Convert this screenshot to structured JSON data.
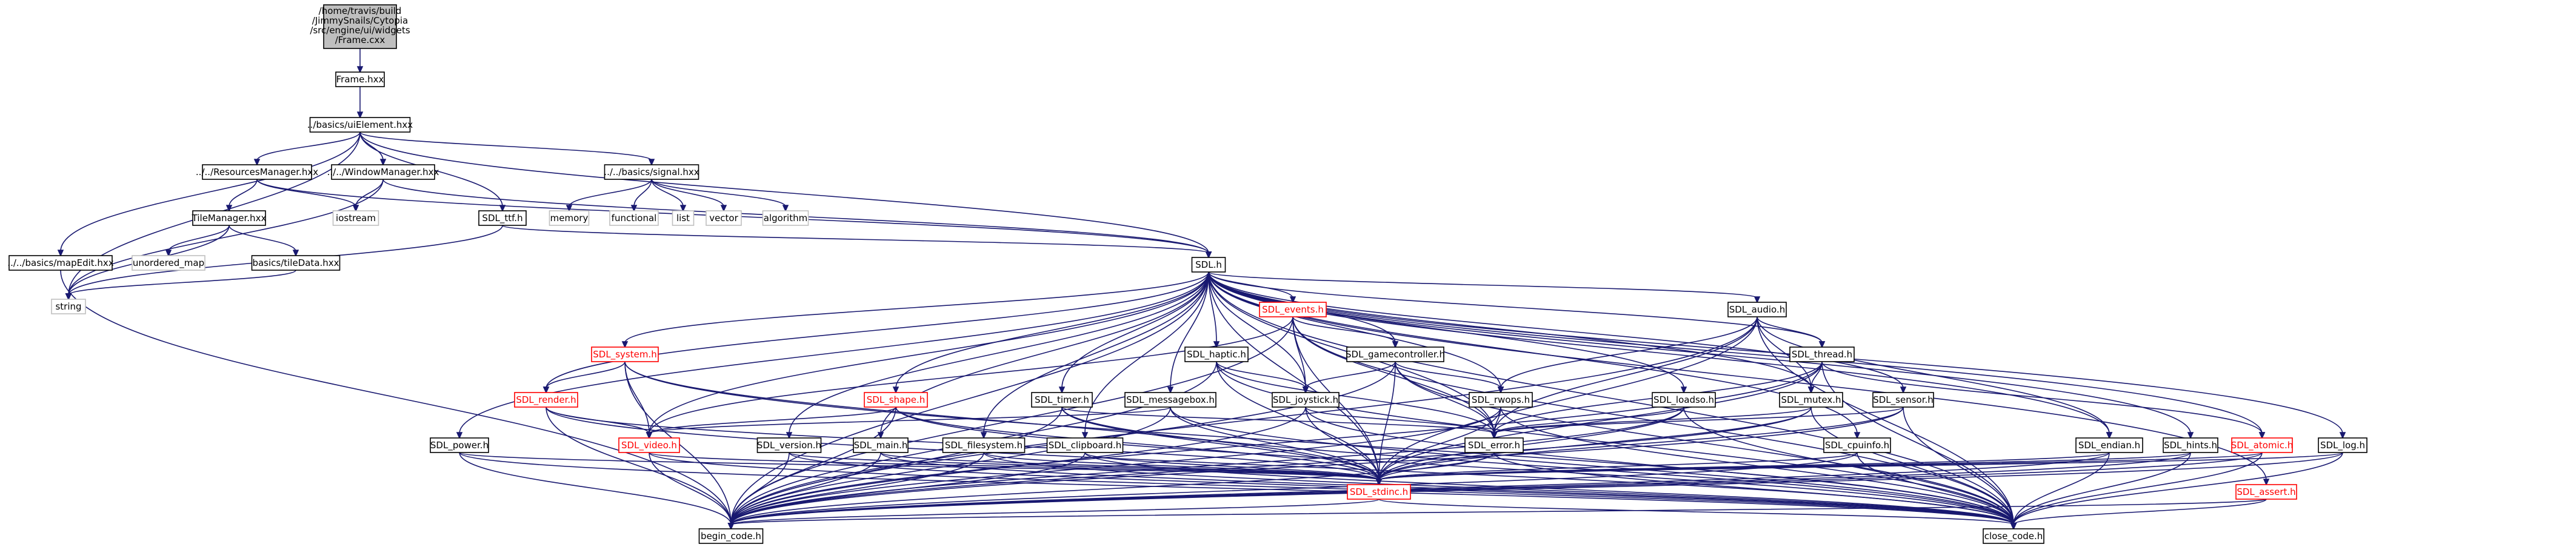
{
  "root_path": [
    "/home/travis/build",
    "/JimmySnails/Cytopia",
    "/src/engine/ui/widgets",
    "/Frame.cxx"
  ],
  "nodes": [
    {
      "id": "root",
      "label": "/home/travis/build/JimmySnails/Cytopia/src/engine/ui/widgets/Frame.cxx",
      "kind": "root"
    },
    {
      "id": "frame",
      "label": "Frame.hxx",
      "kind": "normal"
    },
    {
      "id": "uielement",
      "label": "../basics/uiElement.hxx",
      "kind": "normal"
    },
    {
      "id": "resmgr",
      "label": "../../ResourcesManager.hxx",
      "kind": "normal"
    },
    {
      "id": "winmgr",
      "label": "../../WindowManager.hxx",
      "kind": "normal"
    },
    {
      "id": "signal",
      "label": "../../basics/signal.hxx",
      "kind": "normal"
    },
    {
      "id": "mapedit",
      "label": "../../basics/mapEdit.hxx",
      "kind": "normal"
    },
    {
      "id": "string",
      "label": "string",
      "kind": "system"
    },
    {
      "id": "tilemgr",
      "label": "TileManager.hxx",
      "kind": "normal"
    },
    {
      "id": "unordered_map",
      "label": "unordered_map",
      "kind": "system"
    },
    {
      "id": "tiledata",
      "label": "basics/tileData.hxx",
      "kind": "normal"
    },
    {
      "id": "iostream",
      "label": "iostream",
      "kind": "system"
    },
    {
      "id": "sdl_ttf",
      "label": "SDL_ttf.h",
      "kind": "normal"
    },
    {
      "id": "memory",
      "label": "memory",
      "kind": "system"
    },
    {
      "id": "functional",
      "label": "functional",
      "kind": "system"
    },
    {
      "id": "list",
      "label": "list",
      "kind": "system"
    },
    {
      "id": "vector",
      "label": "vector",
      "kind": "system"
    },
    {
      "id": "algorithm",
      "label": "algorithm",
      "kind": "system"
    },
    {
      "id": "sdl",
      "label": "SDL.h",
      "kind": "normal"
    },
    {
      "id": "events",
      "label": "SDL_events.h",
      "kind": "incomplete"
    },
    {
      "id": "audio",
      "label": "SDL_audio.h",
      "kind": "normal"
    },
    {
      "id": "system",
      "label": "SDL_system.h",
      "kind": "incomplete"
    },
    {
      "id": "haptic",
      "label": "SDL_haptic.h",
      "kind": "normal"
    },
    {
      "id": "gamecontroller",
      "label": "SDL_gamecontroller.h",
      "kind": "normal"
    },
    {
      "id": "thread",
      "label": "SDL_thread.h",
      "kind": "normal"
    },
    {
      "id": "render",
      "label": "SDL_render.h",
      "kind": "incomplete"
    },
    {
      "id": "shape",
      "label": "SDL_shape.h",
      "kind": "incomplete"
    },
    {
      "id": "timer",
      "label": "SDL_timer.h",
      "kind": "normal"
    },
    {
      "id": "messagebox",
      "label": "SDL_messagebox.h",
      "kind": "normal"
    },
    {
      "id": "joystick",
      "label": "SDL_joystick.h",
      "kind": "normal"
    },
    {
      "id": "rwops",
      "label": "SDL_rwops.h",
      "kind": "normal"
    },
    {
      "id": "loadso",
      "label": "SDL_loadso.h",
      "kind": "normal"
    },
    {
      "id": "mutex",
      "label": "SDL_mutex.h",
      "kind": "normal"
    },
    {
      "id": "sensor",
      "label": "SDL_sensor.h",
      "kind": "normal"
    },
    {
      "id": "power",
      "label": "SDL_power.h",
      "kind": "normal"
    },
    {
      "id": "video",
      "label": "SDL_video.h",
      "kind": "incomplete"
    },
    {
      "id": "version",
      "label": "SDL_version.h",
      "kind": "normal"
    },
    {
      "id": "main",
      "label": "SDL_main.h",
      "kind": "normal"
    },
    {
      "id": "filesystem",
      "label": "SDL_filesystem.h",
      "kind": "normal"
    },
    {
      "id": "clipboard",
      "label": "SDL_clipboard.h",
      "kind": "normal"
    },
    {
      "id": "error",
      "label": "SDL_error.h",
      "kind": "normal"
    },
    {
      "id": "cpuinfo",
      "label": "SDL_cpuinfo.h",
      "kind": "normal"
    },
    {
      "id": "endian",
      "label": "SDL_endian.h",
      "kind": "normal"
    },
    {
      "id": "hints",
      "label": "SDL_hints.h",
      "kind": "normal"
    },
    {
      "id": "atomic",
      "label": "SDL_atomic.h",
      "kind": "incomplete"
    },
    {
      "id": "log",
      "label": "SDL_log.h",
      "kind": "normal"
    },
    {
      "id": "assert",
      "label": "SDL_assert.h",
      "kind": "incomplete"
    },
    {
      "id": "stdinc",
      "label": "SDL_stdinc.h",
      "kind": "incomplete"
    },
    {
      "id": "begin",
      "label": "begin_code.h",
      "kind": "normal"
    },
    {
      "id": "close",
      "label": "close_code.h",
      "kind": "normal"
    }
  ],
  "edges": [
    [
      "root",
      "frame"
    ],
    [
      "frame",
      "uielement"
    ],
    [
      "uielement",
      "resmgr"
    ],
    [
      "uielement",
      "winmgr"
    ],
    [
      "uielement",
      "signal"
    ],
    [
      "uielement",
      "mapedit"
    ],
    [
      "uielement",
      "string"
    ],
    [
      "uielement",
      "sdl_ttf"
    ],
    [
      "uielement",
      "sdl"
    ],
    [
      "resmgr",
      "tilemgr"
    ],
    [
      "resmgr",
      "iostream"
    ],
    [
      "resmgr",
      "sdl"
    ],
    [
      "winmgr",
      "iostream"
    ],
    [
      "winmgr",
      "string"
    ],
    [
      "winmgr",
      "sdl"
    ],
    [
      "signal",
      "memory"
    ],
    [
      "signal",
      "functional"
    ],
    [
      "signal",
      "list"
    ],
    [
      "signal",
      "vector"
    ],
    [
      "signal",
      "algorithm"
    ],
    [
      "mapedit",
      "begin"
    ],
    [
      "tilemgr",
      "unordered_map"
    ],
    [
      "tilemgr",
      "tiledata"
    ],
    [
      "tilemgr",
      "string"
    ],
    [
      "tiledata",
      "string"
    ],
    [
      "sdl_ttf",
      "sdl"
    ],
    [
      "sdl_ttf",
      "string"
    ],
    [
      "sdl",
      "begin"
    ],
    [
      "sdl",
      "close"
    ],
    [
      "sdl",
      "events"
    ],
    [
      "sdl",
      "audio"
    ],
    [
      "sdl",
      "system"
    ],
    [
      "sdl",
      "haptic"
    ],
    [
      "sdl",
      "gamecontroller"
    ],
    [
      "sdl",
      "thread"
    ],
    [
      "sdl",
      "render"
    ],
    [
      "sdl",
      "shape"
    ],
    [
      "sdl",
      "timer"
    ],
    [
      "sdl",
      "messagebox"
    ],
    [
      "sdl",
      "joystick"
    ],
    [
      "sdl",
      "rwops"
    ],
    [
      "sdl",
      "loadso"
    ],
    [
      "sdl",
      "mutex"
    ],
    [
      "sdl",
      "sensor"
    ],
    [
      "sdl",
      "power"
    ],
    [
      "sdl",
      "video"
    ],
    [
      "sdl",
      "version"
    ],
    [
      "sdl",
      "main"
    ],
    [
      "sdl",
      "filesystem"
    ],
    [
      "sdl",
      "clipboard"
    ],
    [
      "sdl",
      "error"
    ],
    [
      "sdl",
      "cpuinfo"
    ],
    [
      "sdl",
      "endian"
    ],
    [
      "sdl",
      "hints"
    ],
    [
      "sdl",
      "atomic"
    ],
    [
      "sdl",
      "log"
    ],
    [
      "sdl",
      "assert"
    ],
    [
      "sdl",
      "stdinc"
    ],
    [
      "events",
      "video"
    ],
    [
      "events",
      "gamecontroller"
    ],
    [
      "events",
      "joystick"
    ],
    [
      "events",
      "error"
    ],
    [
      "events",
      "stdinc"
    ],
    [
      "events",
      "begin"
    ],
    [
      "events",
      "close"
    ],
    [
      "audio",
      "thread"
    ],
    [
      "audio",
      "mutex"
    ],
    [
      "audio",
      "rwops"
    ],
    [
      "audio",
      "error"
    ],
    [
      "audio",
      "endian"
    ],
    [
      "audio",
      "stdinc"
    ],
    [
      "audio",
      "begin"
    ],
    [
      "audio",
      "close"
    ],
    [
      "system",
      "render"
    ],
    [
      "system",
      "video"
    ],
    [
      "system",
      "stdinc"
    ],
    [
      "system",
      "begin"
    ],
    [
      "system",
      "close"
    ],
    [
      "haptic",
      "joystick"
    ],
    [
      "haptic",
      "error"
    ],
    [
      "haptic",
      "stdinc"
    ],
    [
      "haptic",
      "begin"
    ],
    [
      "haptic",
      "close"
    ],
    [
      "gamecontroller",
      "joystick"
    ],
    [
      "gamecontroller",
      "rwops"
    ],
    [
      "gamecontroller",
      "error"
    ],
    [
      "gamecontroller",
      "stdinc"
    ],
    [
      "gamecontroller",
      "begin"
    ],
    [
      "gamecontroller",
      "close"
    ],
    [
      "thread",
      "mutex"
    ],
    [
      "thread",
      "atomic"
    ],
    [
      "thread",
      "error"
    ],
    [
      "thread",
      "stdinc"
    ],
    [
      "thread",
      "begin"
    ],
    [
      "thread",
      "close"
    ],
    [
      "render",
      "video"
    ],
    [
      "render",
      "stdinc"
    ],
    [
      "render",
      "begin"
    ],
    [
      "render",
      "close"
    ],
    [
      "shape",
      "video"
    ],
    [
      "shape",
      "stdinc"
    ],
    [
      "shape",
      "begin"
    ],
    [
      "shape",
      "close"
    ],
    [
      "timer",
      "error"
    ],
    [
      "timer",
      "stdinc"
    ],
    [
      "timer",
      "begin"
    ],
    [
      "timer",
      "close"
    ],
    [
      "messagebox",
      "video"
    ],
    [
      "messagebox",
      "stdinc"
    ],
    [
      "messagebox",
      "begin"
    ],
    [
      "messagebox",
      "close"
    ],
    [
      "joystick",
      "error"
    ],
    [
      "joystick",
      "stdinc"
    ],
    [
      "joystick",
      "begin"
    ],
    [
      "joystick",
      "close"
    ],
    [
      "rwops",
      "error"
    ],
    [
      "rwops",
      "stdinc"
    ],
    [
      "rwops",
      "begin"
    ],
    [
      "rwops",
      "close"
    ],
    [
      "loadso",
      "error"
    ],
    [
      "loadso",
      "stdinc"
    ],
    [
      "loadso",
      "begin"
    ],
    [
      "loadso",
      "close"
    ],
    [
      "mutex",
      "error"
    ],
    [
      "mutex",
      "stdinc"
    ],
    [
      "mutex",
      "begin"
    ],
    [
      "mutex",
      "close"
    ],
    [
      "sensor",
      "error"
    ],
    [
      "sensor",
      "stdinc"
    ],
    [
      "sensor",
      "begin"
    ],
    [
      "sensor",
      "close"
    ],
    [
      "power",
      "stdinc"
    ],
    [
      "power",
      "begin"
    ],
    [
      "power",
      "close"
    ],
    [
      "video",
      "stdinc"
    ],
    [
      "video",
      "begin"
    ],
    [
      "video",
      "close"
    ],
    [
      "version",
      "stdinc"
    ],
    [
      "version",
      "begin"
    ],
    [
      "version",
      "close"
    ],
    [
      "main",
      "stdinc"
    ],
    [
      "main",
      "begin"
    ],
    [
      "main",
      "close"
    ],
    [
      "filesystem",
      "stdinc"
    ],
    [
      "filesystem",
      "begin"
    ],
    [
      "filesystem",
      "close"
    ],
    [
      "clipboard",
      "stdinc"
    ],
    [
      "clipboard",
      "begin"
    ],
    [
      "clipboard",
      "close"
    ],
    [
      "error",
      "stdinc"
    ],
    [
      "error",
      "begin"
    ],
    [
      "error",
      "close"
    ],
    [
      "cpuinfo",
      "stdinc"
    ],
    [
      "cpuinfo",
      "begin"
    ],
    [
      "cpuinfo",
      "close"
    ],
    [
      "endian",
      "stdinc"
    ],
    [
      "endian",
      "begin"
    ],
    [
      "endian",
      "close"
    ],
    [
      "hints",
      "stdinc"
    ],
    [
      "hints",
      "begin"
    ],
    [
      "hints",
      "close"
    ],
    [
      "atomic",
      "stdinc"
    ],
    [
      "atomic",
      "begin"
    ],
    [
      "atomic",
      "close"
    ],
    [
      "log",
      "stdinc"
    ],
    [
      "log",
      "begin"
    ],
    [
      "log",
      "close"
    ],
    [
      "assert",
      "begin"
    ],
    [
      "assert",
      "close"
    ],
    [
      "stdinc",
      "begin"
    ],
    [
      "stdinc",
      "close"
    ]
  ]
}
